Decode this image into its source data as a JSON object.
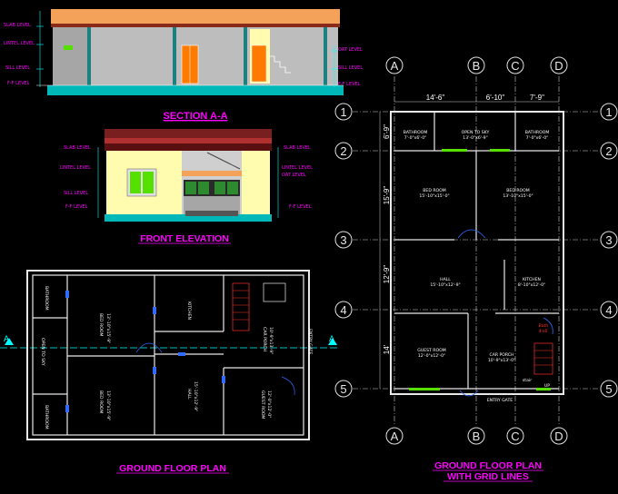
{
  "titles": {
    "section": "SECTION A-A",
    "front": "FRONT ELEVATION",
    "ground_plan": "GROUND FLOOR PLAN",
    "grid_plan_line1": "GROUND FLOOR PLAN",
    "grid_plan_line2": "WITH GRID LINES"
  },
  "section_levels": {
    "slab": "SLAB LEVEL",
    "lintel": "LINTEL LEVEL",
    "sill": "SILL LEVEL",
    "ff": "F-F LEVEL",
    "oat": "OAT LEVEL"
  },
  "front_levels": {
    "slab": "SLAB LEVEL",
    "lintel": "LINTEL LEVEL",
    "sill": "SILL LEVEL",
    "ff": "F-F LEVEL",
    "slab_r": "SLAB LEVEL",
    "lintel_r": "LINTEL LEVEL",
    "oat_r": "OAT LEVEL",
    "ff_r": "F-F LEVEL"
  },
  "ground_plan": {
    "section_marker": "A",
    "rooms": {
      "bathroom_top": "BATHROOM",
      "bedroom_top": "BED ROOM",
      "bedroom_top_dim": "13'-10\"x15'-9\"",
      "kitchen": "KITCHEN",
      "car_porch": "CAR PORCH",
      "car_porch_dim": "10'-9\"x13'-9\"",
      "open_to_sky": "OPEN TO SKY",
      "bathroom_bottom": "BATHROOM",
      "bedroom_bottom": "BED ROOM",
      "bedroom_bottom_dim": "13'-10\"x15'-9\"",
      "hall": "HALL",
      "hall_dim": "15'-10\"x12'-9\"",
      "guest_room": "GUEST ROOM",
      "guest_room_dim": "12'-0\"x12'-0\"",
      "entry_gate": "ENTRY GATE"
    }
  },
  "grid_plan": {
    "columns": [
      "A",
      "B",
      "C",
      "D"
    ],
    "rows": [
      "1",
      "2",
      "3",
      "4",
      "5"
    ],
    "dims_top": [
      "14'-6\"",
      "6'-10\"",
      "7'-9\""
    ],
    "dims_left": [
      "6'-9\"",
      "15'-9\"",
      "12'-9\"",
      "14'"
    ],
    "rooms": {
      "bathroom_left": "BATHROOM",
      "bathroom_left_dim": "7'-0\"x6'-0\"",
      "open_to_sky": "OPEN TO SKY",
      "open_to_sky_dim": "13'-0\"x6'-9\"",
      "bathroom_right": "BATHROOM",
      "bathroom_right_dim": "7'-0\"x6'-0\"",
      "bedroom_left": "BED ROOM",
      "bedroom_left_dim": "15'-10\"x15'-0\"",
      "bedroom_right": "BED ROOM",
      "bedroom_right_dim": "13'-10\"x15'-0\"",
      "hall": "HALL",
      "hall_dim": "15'-10\"x12'-9\"",
      "kitchen": "KITCHEN",
      "kitchen_dim": "8'-10\"x12'-0\"",
      "guest_room": "GUEST ROOM",
      "guest_room_dim": "12'-0\"x12'-0\"",
      "car_porch": "CAR PORCH",
      "car_porch_dim": "10'-9\"x13'-0\"",
      "bath": "Bath",
      "bath_dim": "4'x6'",
      "stair": "stair",
      "up": "UP",
      "entry_gate": "ENTRY GATE"
    }
  },
  "colors": {
    "background": "#000000",
    "title_magenta": "#ff00ff",
    "wall_white": "#e8e8e8",
    "door_orange": "#ff7a00",
    "window_green": "#55e000",
    "wall_yellow": "#fffcb0",
    "slab_brown": "#7a1f1f",
    "floor_cyan": "#00ffff"
  }
}
